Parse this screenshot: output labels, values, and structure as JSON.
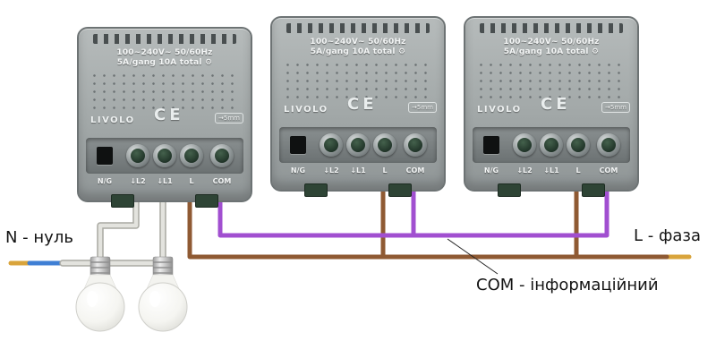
{
  "labels": {
    "neutral": "N - нуль",
    "phase": "L - фаза",
    "com": "COM - інформаційний"
  },
  "modules": [
    {
      "spec_line1": "100~240V~  50/60Hz",
      "spec_line2": "5A/gang 10A total ⚙",
      "brand": "LIVOLO",
      "ce_mark": "CE",
      "strip_length": "→5mm",
      "terminals": [
        "N/G",
        "↓L2",
        "↓L1",
        "L",
        "COM"
      ]
    },
    {
      "spec_line1": "100~240V~  50/60Hz",
      "spec_line2": "5A/gang 10A total ⚙",
      "brand": "LIVOLO",
      "ce_mark": "CE",
      "strip_length": "→5mm",
      "terminals": [
        "N/G",
        "↓L2",
        "↓L1",
        "L",
        "COM"
      ]
    },
    {
      "spec_line1": "100~240V~  50/60Hz",
      "spec_line2": "5A/gang 10A total ⚙",
      "brand": "LIVOLO",
      "ce_mark": "CE",
      "strip_length": "→5mm",
      "terminals": [
        "N/G",
        "↓L2",
        "↓L1",
        "L",
        "COM"
      ]
    }
  ],
  "wire_colors": {
    "neutral": "#e3e3de",
    "neutral_outline": "#a9a9a2",
    "blue": "#3f7fd4",
    "phase": "#8f5a33",
    "com": "#a14fd0",
    "copper_tip": "#d9a43b",
    "copper_edge": "#b5821f"
  }
}
